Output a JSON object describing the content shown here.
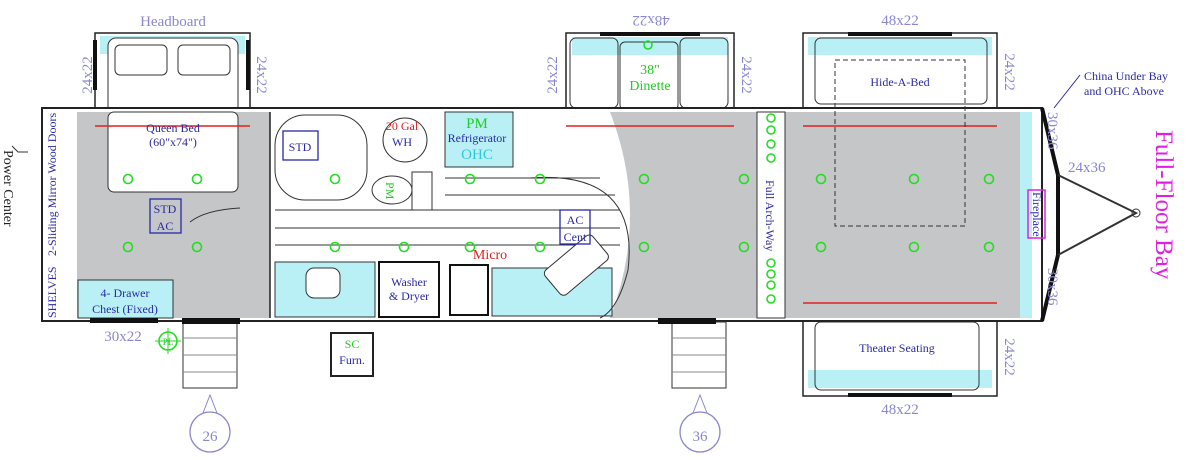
{
  "labels": {
    "headboard": "Headboard",
    "queen_bed": "Queen Bed",
    "queen_bed_size": "(60\"x74\")",
    "std_ac_1": "STD",
    "std_ac_2": "AC",
    "shelves": "SHELVES",
    "mirror_doors": "2-Sliding Mirror Wood Doors",
    "power_center": "Power Center",
    "chest_1": "4- Drawer",
    "chest_2": "Chest (Fixed)",
    "pl": "PL",
    "sc_1": "SC",
    "sc_2": "Furn.",
    "std_tub": "STD",
    "wh_1": "20 Gal",
    "wh_2": "WH",
    "pm_fridge": "PM",
    "fridge": "Refrigerator",
    "ohc": "OHC",
    "pm_toilet": "PM",
    "ac_cent_1": "AC",
    "ac_cent_2": "Cent",
    "micro": "Micro",
    "washer_1": "Washer",
    "washer_2": "& Dryer",
    "dinette_1": "38\"",
    "dinette_2": "Dinette",
    "hide_a_bed": "Hide-A-Bed",
    "china_1": "China Under Bay",
    "china_2": "and OHC Above",
    "fireplace": "Fireplace",
    "arch_way": "Full Arch-Way",
    "theater": "Theater Seating",
    "full_floor_bay": "Full-Floor Bay"
  },
  "dimensions": {
    "bed_window_left": "24x22",
    "bed_window_right": "24x22",
    "chest_window": "30x22",
    "dinette_top": "48x22",
    "dinette_left": "24x22",
    "dinette_right": "24x22",
    "hide_top": "48x22",
    "hide_right": "24x22",
    "front_top": "30x36",
    "front_mid": "24x36",
    "front_bottom": "30x36",
    "theater_bottom": "48x22",
    "theater_right": "24x22"
  },
  "doors": {
    "rear_entry": "26",
    "main_entry": "36"
  },
  "colors": {
    "accent": "#e020e0",
    "lights": "#22dd22",
    "labels": "#2a2aa8",
    "dims": "#8a86d0",
    "floor": "#c4c6c8",
    "cyan": "#b8f0f6"
  }
}
